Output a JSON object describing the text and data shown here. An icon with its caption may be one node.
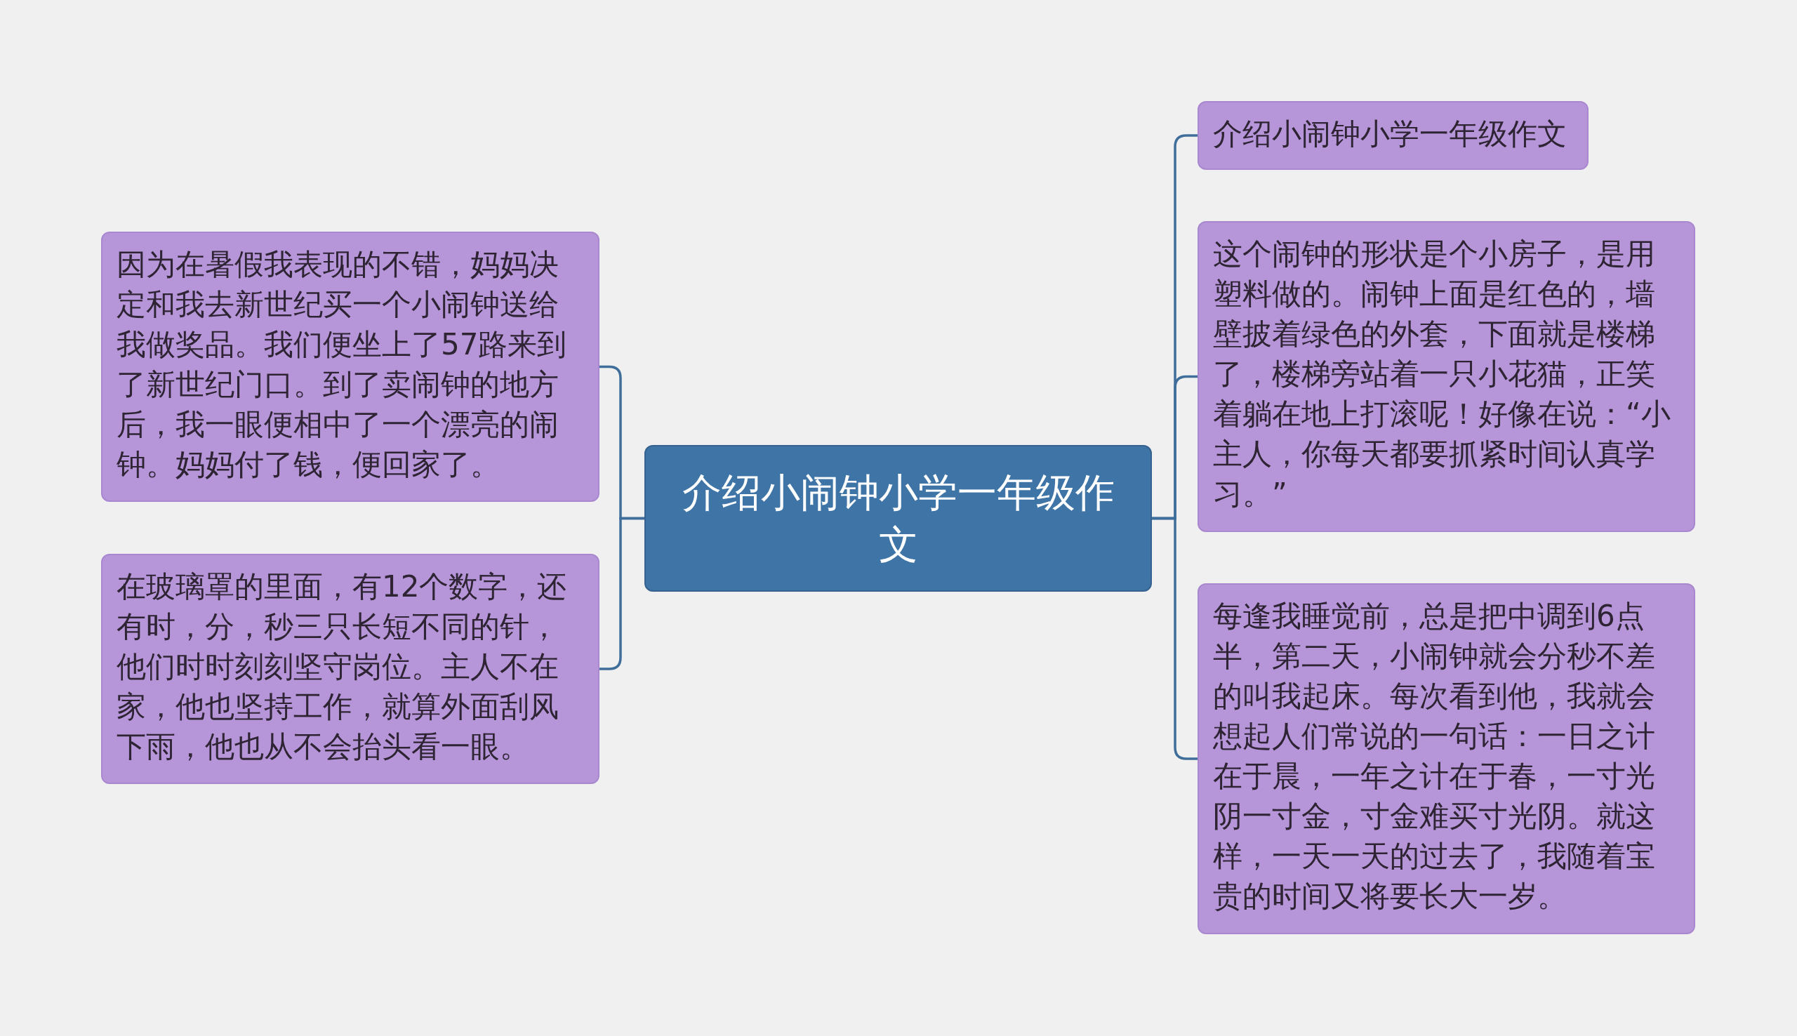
{
  "diagram": {
    "nodes": [
      {
        "text": [
          "介绍小闹钟小学一年级作文"
        ]
      },
      {
        "text": [
          "因为在暑假我表现的不错，妈妈决定和我去新世纪买一个小闹钟送给我做奖品。我们便坐上了57路来到了新世纪门口。到了卖闹钟的地方后，我一眼便相中了一个漂亮的闹钟。妈妈付了钱，便回家了。"
        ]
      },
      {
        "text": [
          "在玻璃罩的里面，有12个数字，还有时，分，秒三只长短不同的针，他们时时刻刻坚守岗位。主人不在家，他也坚持工作，就算外面刮风下雨，他也从不会抬头看一眼。"
        ]
      },
      {
        "text": [
          "介绍小闹钟小学一年级作文"
        ]
      },
      {
        "text": [
          "这个闹钟的形状是个小房子，是用塑料做的。闹钟上面是红色的，墙壁披着绿色的外套，下面就是楼梯了，楼梯旁站着一只小花猫，正笑着躺在地上打滚呢！好像在说：“小主人，你每天都要抓紧时间认真学习。”"
        ]
      },
      {
        "text": [
          "每逢我睡觉前，总是把中调到6点半，第二天，小闹钟就会分秒不差的叫我起床。每次看到他，我就会想起人们常说的一句话：一日之计在于晨，一年之计在于春，一寸光阴一寸金，寸金难买寸光阴。就这样，一天一天的过去了，我随着宝贵的时间又将要长大一岁。"
        ]
      }
    ],
    "edges": [
      {
        "from": 0,
        "to": 1,
        "arrow": "none"
      },
      {
        "from": 0,
        "to": 2,
        "arrow": "none"
      },
      {
        "from": 0,
        "to": 3,
        "arrow": "none"
      },
      {
        "from": 0,
        "to": 4,
        "arrow": "none"
      },
      {
        "from": 0,
        "to": 5,
        "arrow": "none"
      }
    ]
  }
}
